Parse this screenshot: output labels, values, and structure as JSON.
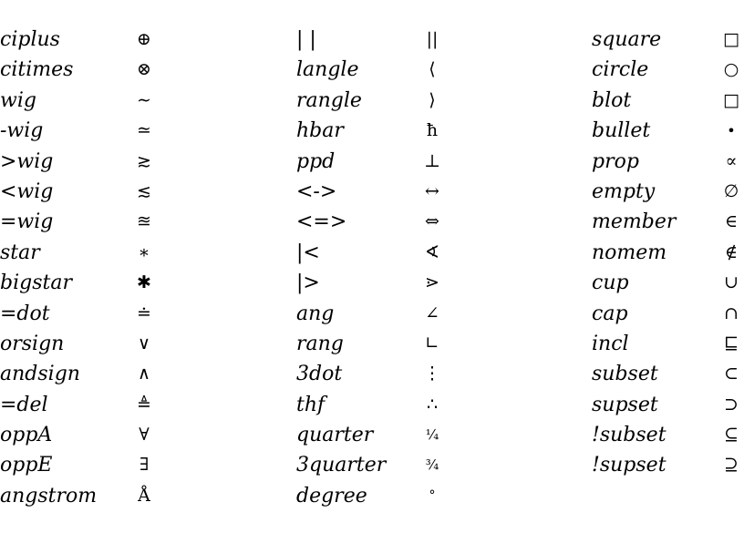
{
  "rows": [
    {
      "c1": {
        "name": "ciplus",
        "sym": "⊕"
      },
      "c2": {
        "name": "",
        "sym": "||"
      },
      "c2_name_sym": "| |",
      "c3": {
        "name": "square",
        "sym": "□"
      }
    },
    {
      "c1": {
        "name": "citimes",
        "sym": "⊗"
      },
      "c2": {
        "name": "langle",
        "sym": "⟨"
      },
      "c3": {
        "name": "circle",
        "sym": "○"
      }
    },
    {
      "c1": {
        "name": "wig",
        "sym": "∼"
      },
      "c2": {
        "name": "rangle",
        "sym": "⟩"
      },
      "c3": {
        "name": "blot",
        "sym": "□"
      }
    },
    {
      "c1": {
        "name": "-wig",
        "sym": "≃"
      },
      "c2": {
        "name": "hbar",
        "sym": "ħ"
      },
      "c3": {
        "name": "bullet",
        "sym": "•"
      }
    },
    {
      "c1": {
        "name": ">wig",
        "sym": "≳"
      },
      "c2": {
        "name": "ppd",
        "sym": "⊥"
      },
      "c3": {
        "name": "prop",
        "sym": "∝"
      }
    },
    {
      "c1": {
        "name": "<wig",
        "sym": "≲"
      },
      "c2": {
        "name": "<->",
        "sym": "↔"
      },
      "c3": {
        "name": "empty",
        "sym": "∅"
      }
    },
    {
      "c1": {
        "name": "=wig",
        "sym": "≊"
      },
      "c2": {
        "name": "<=>",
        "sym": "⇔"
      },
      "c3": {
        "name": "member",
        "sym": "∈"
      }
    },
    {
      "c1": {
        "name": "star",
        "sym": "∗"
      },
      "c2": {
        "name": "|<",
        "sym": "∢"
      },
      "c3": {
        "name": "nomem",
        "sym": "∉"
      }
    },
    {
      "c1": {
        "name": "bigstar",
        "sym": "✱"
      },
      "c2": {
        "name": "|>",
        "sym": "⋗"
      },
      "c3": {
        "name": "cup",
        "sym": "∪"
      }
    },
    {
      "c1": {
        "name": "=dot",
        "sym": "≐"
      },
      "c2": {
        "name": "ang",
        "sym": "∠"
      },
      "c3": {
        "name": "cap",
        "sym": "∩"
      }
    },
    {
      "c1": {
        "name": "orsign",
        "sym": "∨"
      },
      "c2": {
        "name": "rang",
        "sym": "∟"
      },
      "c3": {
        "name": "incl",
        "sym": "⊑"
      }
    },
    {
      "c1": {
        "name": "andsign",
        "sym": "∧"
      },
      "c2": {
        "name": "3dot",
        "sym": "⋮"
      },
      "c3": {
        "name": "subset",
        "sym": "⊂"
      }
    },
    {
      "c1": {
        "name": "=del",
        "sym": "≜"
      },
      "c2": {
        "name": "thf",
        "sym": "∴"
      },
      "c3": {
        "name": "supset",
        "sym": "⊃"
      }
    },
    {
      "c1": {
        "name": "oppA",
        "sym": "∀"
      },
      "c2": {
        "name": "quarter",
        "sym": "¼"
      },
      "c3": {
        "name": "!subset",
        "sym": "⊆"
      }
    },
    {
      "c1": {
        "name": "oppE",
        "sym": "∃"
      },
      "c2": {
        "name": "3quarter",
        "sym": "¾"
      },
      "c3": {
        "name": "!supset",
        "sym": "⊇"
      }
    },
    {
      "c1": {
        "name": "angstrom",
        "sym": "Å"
      },
      "c2": {
        "name": "degree",
        "sym": "°"
      },
      "c3": {
        "name": "",
        "sym": ""
      }
    }
  ]
}
